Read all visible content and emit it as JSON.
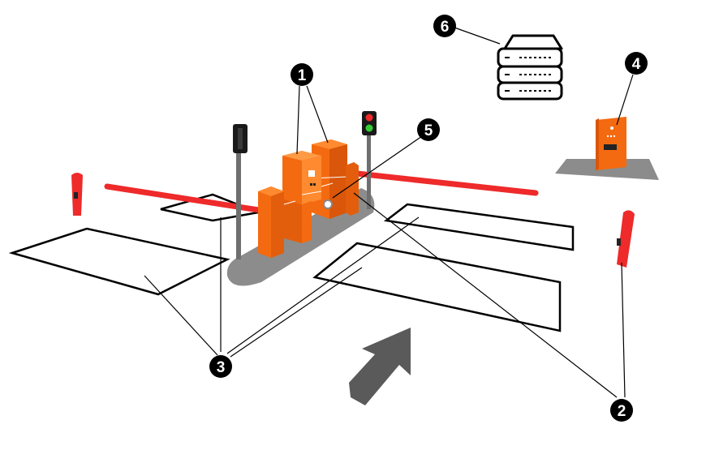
{
  "colors": {
    "orange": "#f46a10",
    "orange_dark": "#d9560a",
    "orange_light": "#ff8a30",
    "red_bar": "#ee2a2a",
    "post": "#6f6f6f",
    "island": "#8c8c8c",
    "arrow": "#5a5a5a",
    "line": "#000000"
  },
  "callouts": [
    {
      "id": "1",
      "label": "1",
      "subject": "ticket-dispensers"
    },
    {
      "id": "2",
      "label": "2",
      "subject": "barrier-gates"
    },
    {
      "id": "3",
      "label": "3",
      "subject": "loop-detectors"
    },
    {
      "id": "4",
      "label": "4",
      "subject": "pay-station"
    },
    {
      "id": "5",
      "label": "5",
      "subject": "reader"
    },
    {
      "id": "6",
      "label": "6",
      "subject": "server"
    }
  ],
  "icons": {
    "traffic_light": "traffic-light-icon",
    "server": "server-rack-icon",
    "direction": "direction-arrow-icon"
  }
}
